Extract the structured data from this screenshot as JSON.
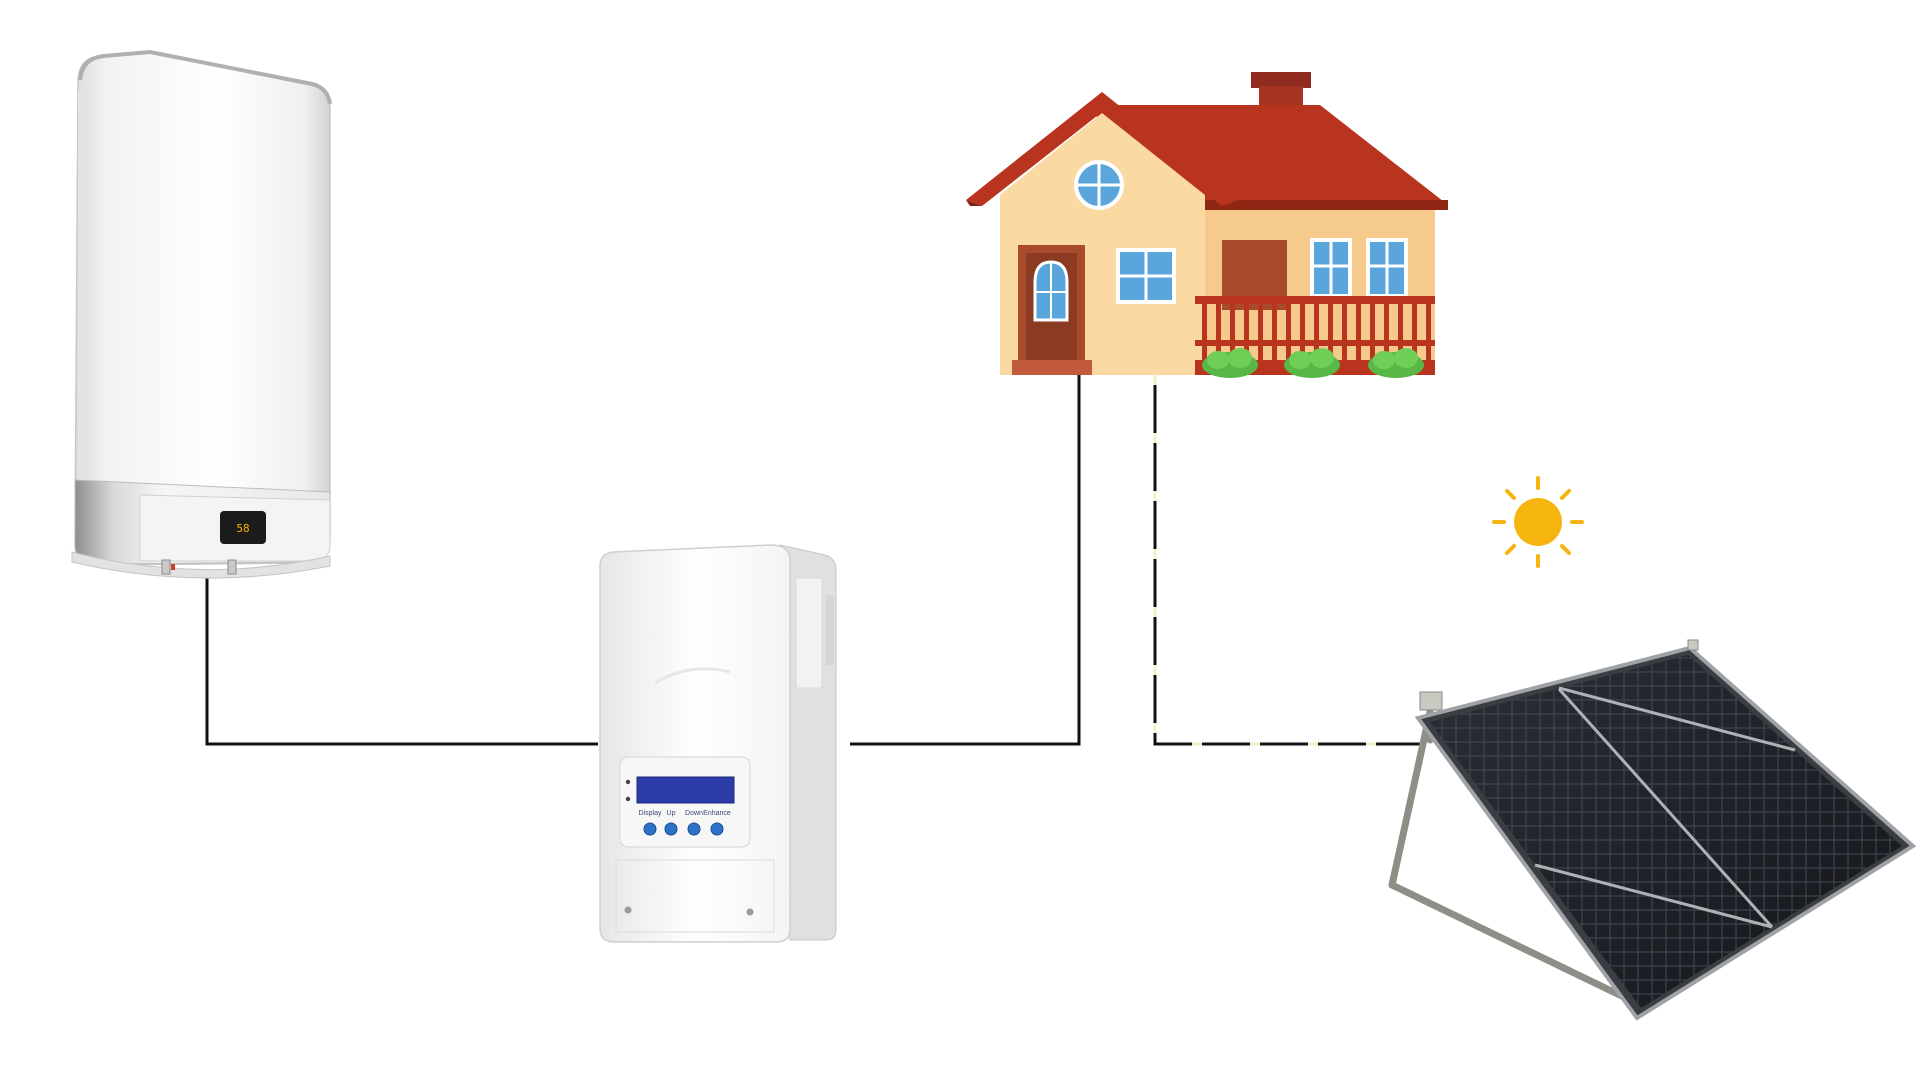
{
  "diagram": {
    "nodes": [
      {
        "id": "water-heater",
        "name": "Water heater",
        "lcd": "58"
      },
      {
        "id": "controller",
        "name": "Solar controller",
        "buttons": [
          "Display",
          "Up",
          "Down",
          "Enhance"
        ]
      },
      {
        "id": "house",
        "name": "House"
      },
      {
        "id": "sun",
        "name": "Sun"
      },
      {
        "id": "solar-panel",
        "name": "Solar panel"
      }
    ],
    "connections": [
      {
        "from": "water-heater",
        "to": "controller",
        "style": "solid"
      },
      {
        "from": "controller",
        "to": "house",
        "style": "solid"
      },
      {
        "from": "house",
        "to": "solar-panel",
        "style": "dashed-power-flow"
      }
    ],
    "colors": {
      "wire": "#111111",
      "power_flow": "#f1f0c8",
      "sun": "#f6b40e",
      "roof": "#b8341e",
      "house_wall": "#fbd9a3",
      "window": "#5aa6dc",
      "lcd": "#2c3ba8",
      "controller_button": "#2d72c9",
      "panel_cell": "#1d2026"
    }
  }
}
